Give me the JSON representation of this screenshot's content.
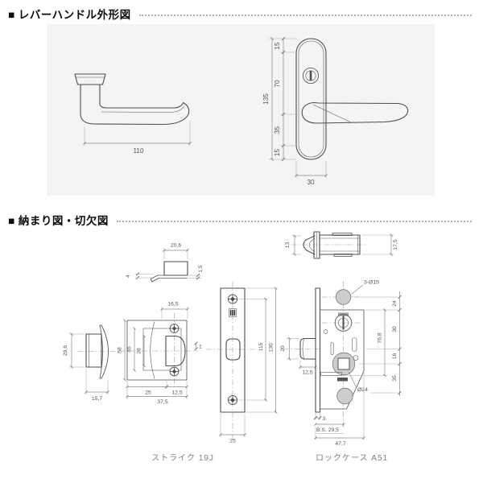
{
  "sections": {
    "handle_outline": {
      "title": "■ レバーハンドル外形図"
    },
    "installation": {
      "title": "■ 納まり図・切欠図"
    }
  },
  "lever_side_view": {
    "length": "110"
  },
  "lever_front_view": {
    "height_total": "135",
    "seg_top": "15",
    "seg_upper": "70",
    "seg_lower": "35",
    "seg_bottom": "15",
    "width": "30"
  },
  "strike_section_view": {
    "width": "20,6",
    "lip_height": "4",
    "plate_thickness": "1,5"
  },
  "latch_side_view": {
    "bolt_height": "13",
    "case_height": "17,5"
  },
  "latch_front_view": {
    "face_height": "29,6",
    "face_width": "15,7"
  },
  "strike_face_view": {
    "box_width": "16,5",
    "height_total": "58",
    "height_inner": "46",
    "height_hole": "28",
    "lip": "1",
    "left_width": "25",
    "right_width": "12,5",
    "width_total": "37,5",
    "caption": "ストライク 19J"
  },
  "lock_faceplate_view": {
    "screw_pitch": "115",
    "height": "130",
    "width": "25"
  },
  "lock_case_view": {
    "holes_note": "3-Ø15",
    "d_top": "24",
    "d_cyl": "30",
    "d_mid": "16",
    "d_bottom": "35",
    "inner_span": "76,8",
    "bolt_height": "20",
    "bolt_projection": "12,5",
    "spindle_dia": "Ø24",
    "edge_gap": "3",
    "backset": "B.S. 29,5",
    "depth_total": "47,7",
    "caption": "ロックケース A51"
  }
}
